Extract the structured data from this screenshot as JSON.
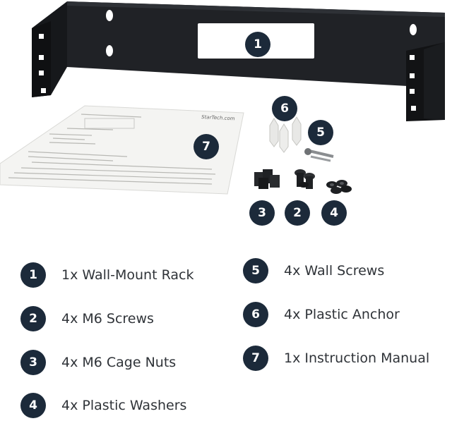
{
  "callouts": {
    "rack": "1",
    "manual": "7",
    "anchor": "6",
    "wall_screw": "5",
    "cage_nut": "3",
    "m6_screw": "2",
    "washer": "4"
  },
  "manual_brand": "StarTech.com",
  "legend": {
    "left": [
      {
        "num": "1",
        "label": "1x Wall-Mount Rack"
      },
      {
        "num": "2",
        "label": "4x M6 Screws"
      },
      {
        "num": "3",
        "label": "4x M6 Cage Nuts"
      },
      {
        "num": "4",
        "label": "4x Plastic Washers"
      }
    ],
    "right": [
      {
        "num": "5",
        "label": "4x Wall Screws"
      },
      {
        "num": "6",
        "label": "4x Plastic Anchor"
      },
      {
        "num": "7",
        "label": "1x Instruction Manual"
      }
    ]
  },
  "colors": {
    "badge": "#1c2a3a",
    "rack_metal": "#1b1d20",
    "text": "#2f3338"
  }
}
